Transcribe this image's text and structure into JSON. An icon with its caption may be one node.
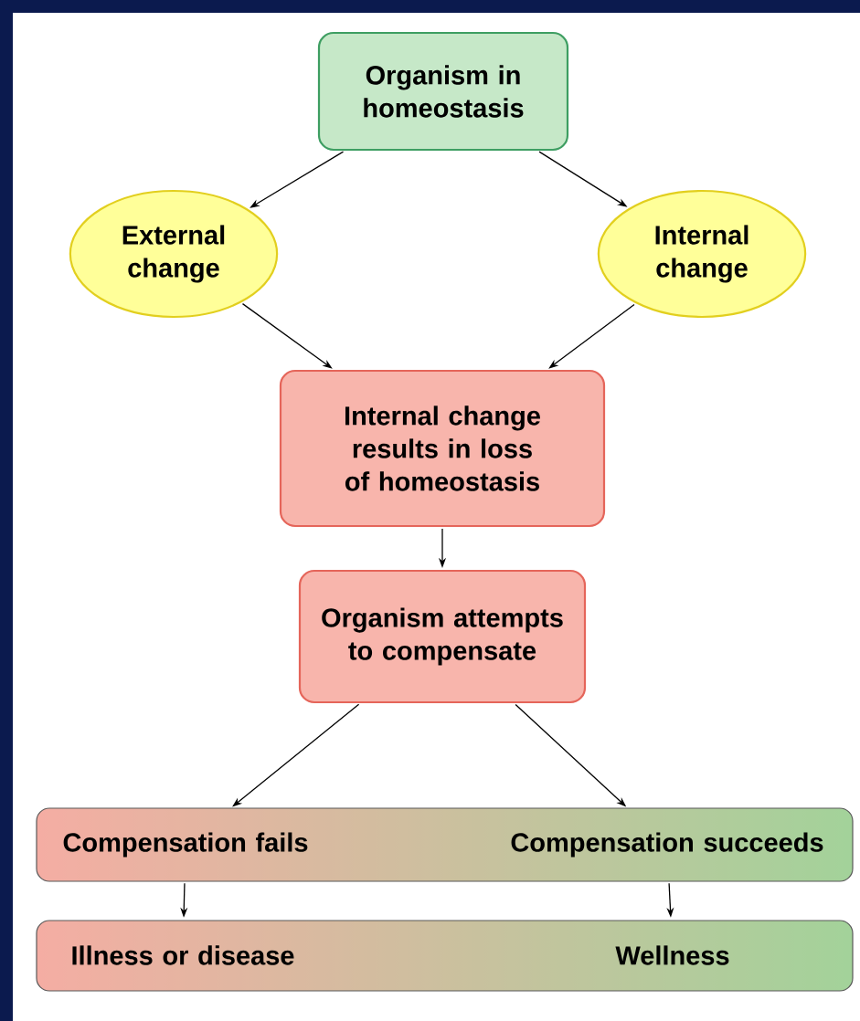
{
  "diagram": {
    "nodes": [
      {
        "text": [
          "Organism in homeostasis"
        ]
      },
      {
        "text": [
          "External change"
        ]
      },
      {
        "text": [
          "Internal change"
        ]
      },
      {
        "text": [
          "Internal change results in loss of homeostasis"
        ]
      },
      {
        "text": [
          "Organism attempts to compensate"
        ]
      },
      {
        "text": [
          "Compensation fails"
        ]
      },
      {
        "text": [
          "Compensation succeeds"
        ]
      },
      {
        "text": [
          "Illness or disease"
        ]
      },
      {
        "text": [
          "Wellness"
        ]
      }
    ],
    "edges": [
      {
        "from": 0,
        "to": 1,
        "arrow": "to"
      },
      {
        "from": 0,
        "to": 2,
        "arrow": "to"
      },
      {
        "from": 1,
        "to": 3,
        "arrow": "to"
      },
      {
        "from": 2,
        "to": 3,
        "arrow": "to"
      },
      {
        "from": 3,
        "to": 4,
        "arrow": "to"
      },
      {
        "from": 4,
        "to": 5,
        "arrow": "to"
      },
      {
        "from": 4,
        "to": 6,
        "arrow": "to"
      },
      {
        "from": 5,
        "to": 7,
        "arrow": "to"
      },
      {
        "from": 6,
        "to": 8,
        "arrow": "to"
      }
    ]
  }
}
